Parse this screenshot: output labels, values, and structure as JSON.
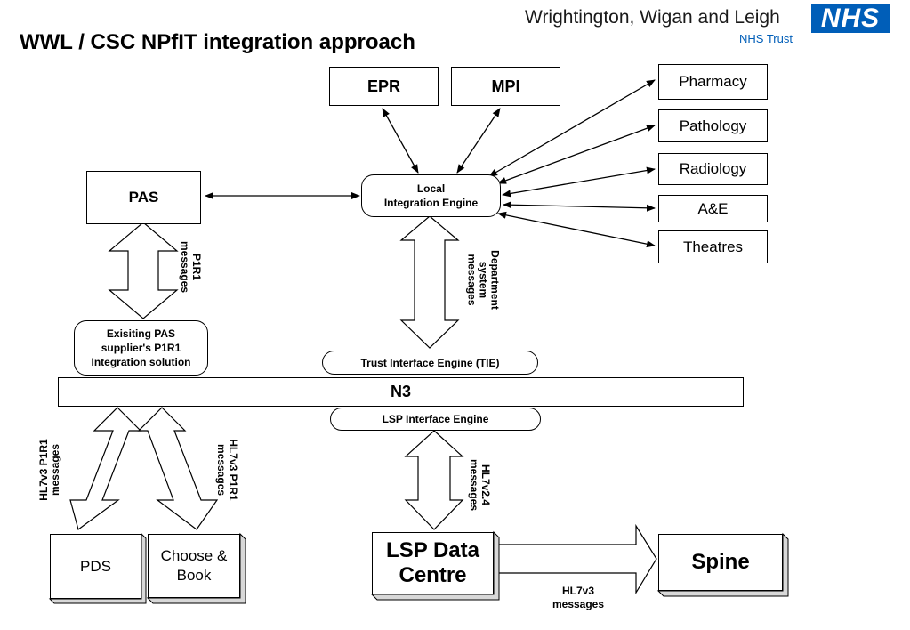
{
  "header": {
    "title": "WWL / CSC NPfIT integration approach",
    "org_name": "Wrightington, Wigan and Leigh",
    "org_sub": "NHS Trust",
    "logo_text": "NHS",
    "logo_color": "#005eb8"
  },
  "nodes": {
    "epr": "EPR",
    "mpi": "MPI",
    "pharmacy": "Pharmacy",
    "pathology": "Pathology",
    "radiology": "Radiology",
    "ae": "A&E",
    "theatres": "Theatres",
    "pas": "PAS",
    "local_engine_line1": "Local",
    "local_engine_line2": "Integration Engine",
    "p1r1_line1": "Exisiting PAS",
    "p1r1_line2": "supplier's P1R1",
    "p1r1_line3": "Integration solution",
    "tie": "Trust Interface Engine (TIE)",
    "n3": "N3",
    "lsp_engine": "LSP Interface Engine",
    "pds": "PDS",
    "choose_line1": "Choose &",
    "choose_line2": "Book",
    "lsp_dc_line1": "LSP Data",
    "lsp_dc_line2": "Centre",
    "spine": "Spine"
  },
  "labels": {
    "p1r1_msg_line1": "P1R1",
    "p1r1_msg_line2": "messages",
    "dept_line1": "Department",
    "dept_line2": "system",
    "dept_line3": "messages",
    "hl7v3_left_line1": "HL7v3 P1R1",
    "hl7v3_left_line2": "messages",
    "hl7v3_right_line1": "HL7v3 P1R1",
    "hl7v3_right_line2": "messages",
    "hl7v24_line1": "HL7v2.4",
    "hl7v24_line2": "messages",
    "hl7v3_spine_line1": "HL7v3",
    "hl7v3_spine_line2": "messages"
  }
}
